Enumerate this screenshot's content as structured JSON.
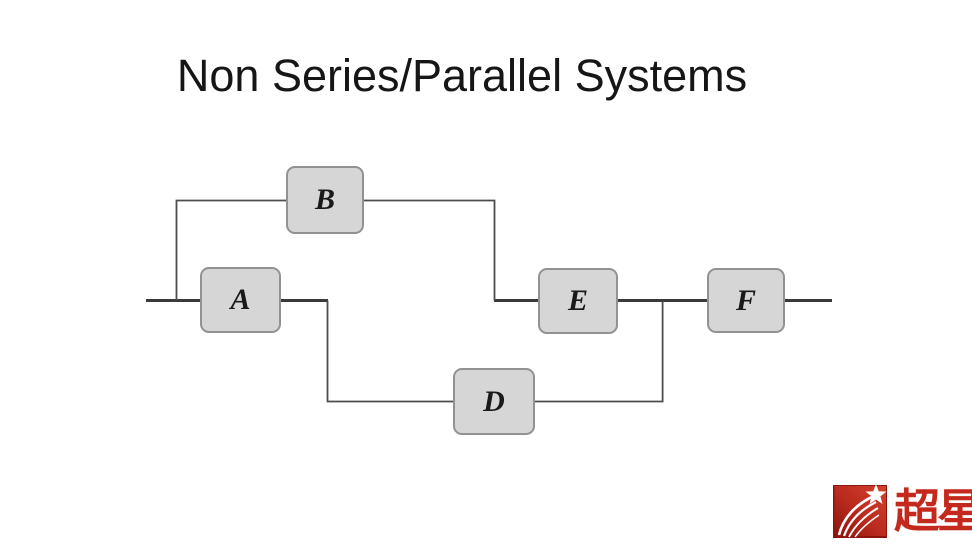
{
  "title": "Non Series/Parallel Systems",
  "diagram": {
    "type": "reliability-block-diagram",
    "blocks": [
      {
        "id": "A",
        "label": "A"
      },
      {
        "id": "B",
        "label": "B"
      },
      {
        "id": "D",
        "label": "D"
      },
      {
        "id": "E",
        "label": "E"
      },
      {
        "id": "F",
        "label": "F"
      }
    ],
    "connections": [
      "input line splits at a junction before A: main path goes into A, upper branch rises to B",
      "B output runs right and drops down to join the input of E",
      "A output runs right and drops down to the lower branch through D",
      "D output runs right and rises to rejoin the main line between E and F",
      "E connects to F",
      "F connects to the output line"
    ]
  },
  "logo": {
    "text": "超星"
  },
  "colors": {
    "background": "#ffffff",
    "title_text": "#161616",
    "block_fill": "#d6d6d6",
    "block_border": "#929292",
    "wire_main": "#3a3a3a",
    "wire_branch": "#4d4d4d",
    "logo_red": "#c5281c",
    "logo_square_dark": "#8c150e"
  }
}
